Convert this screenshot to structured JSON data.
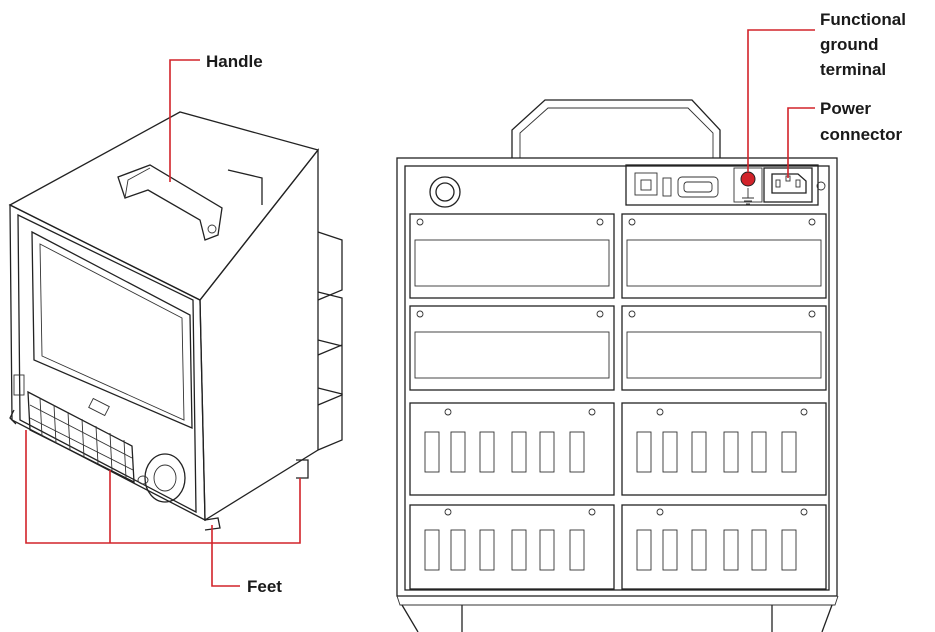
{
  "labels": {
    "handle": "Handle",
    "feet": "Feet",
    "functional_ground_line1": "Functional",
    "functional_ground_line2": "ground",
    "functional_ground_line3": "terminal",
    "power_line1": "Power",
    "power_line2": "connector"
  },
  "colors": {
    "callout": "#d2232a",
    "outline": "#222222",
    "background": "#ffffff"
  },
  "icons": {
    "ground_symbol": "ground-icon",
    "power_socket": "power-socket-icon"
  }
}
